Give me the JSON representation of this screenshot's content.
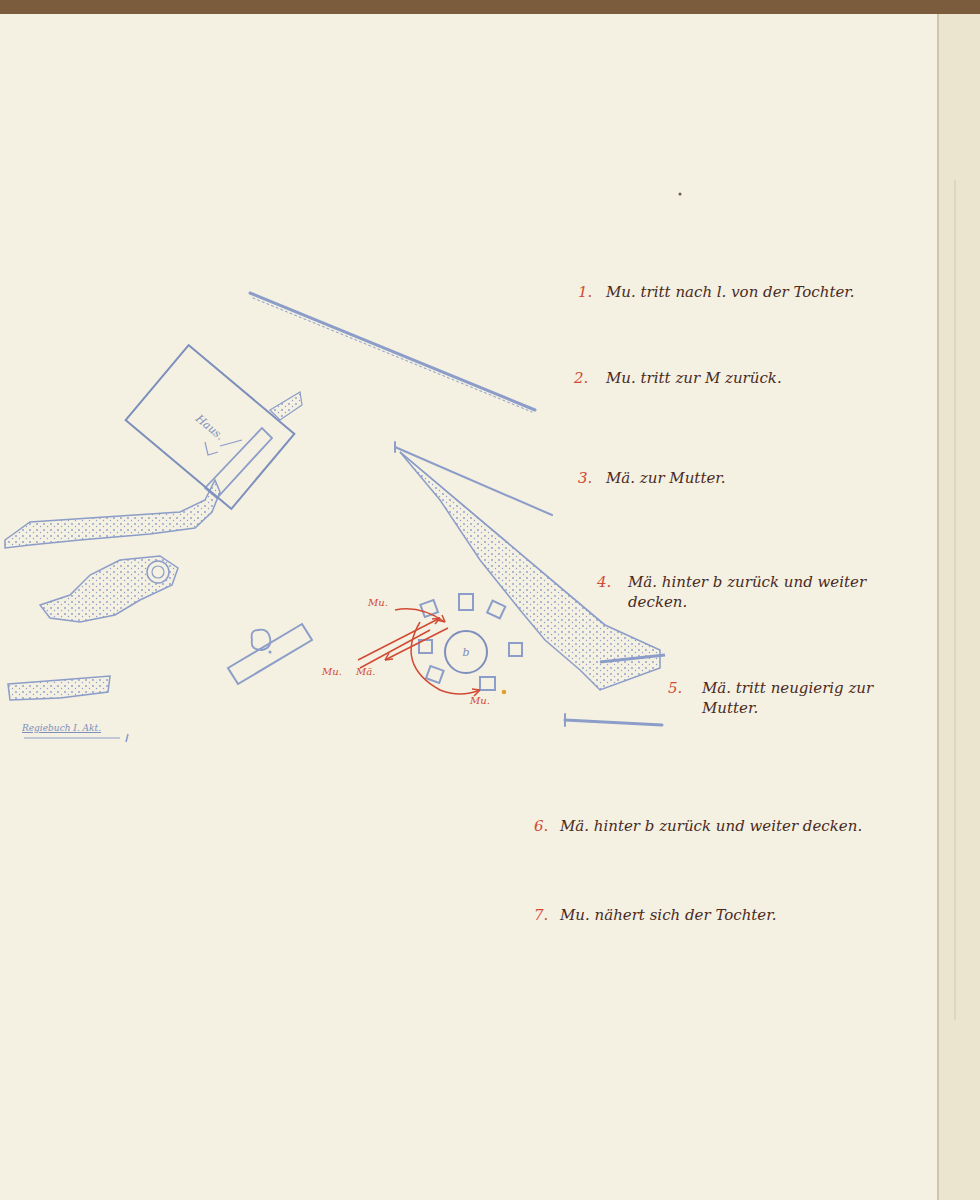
{
  "diagram": {
    "nodes": [
      {
        "text": [
          "Haus."
        ]
      },
      {
        "text": [
          "b"
        ]
      }
    ],
    "labels": [
      "Mu.",
      "Mu.",
      "Mä.",
      "Mu.",
      "Regiebuch I. Akt.",
      "1.",
      "Mu. tritt nach l. von der Tochter.",
      "2.",
      "Mu. tritt zur M zurück.",
      "3.",
      "Mä. zur Mutter.",
      "4.",
      "Mä. hinter b zurück und weiter decken.",
      "5.",
      "Mä. tritt neugierig zur Mutter.",
      "6.",
      "Mä. hinter b zurück und weiter decken.",
      "7.",
      "Mu. nähert sich der Tochter."
    ]
  }
}
